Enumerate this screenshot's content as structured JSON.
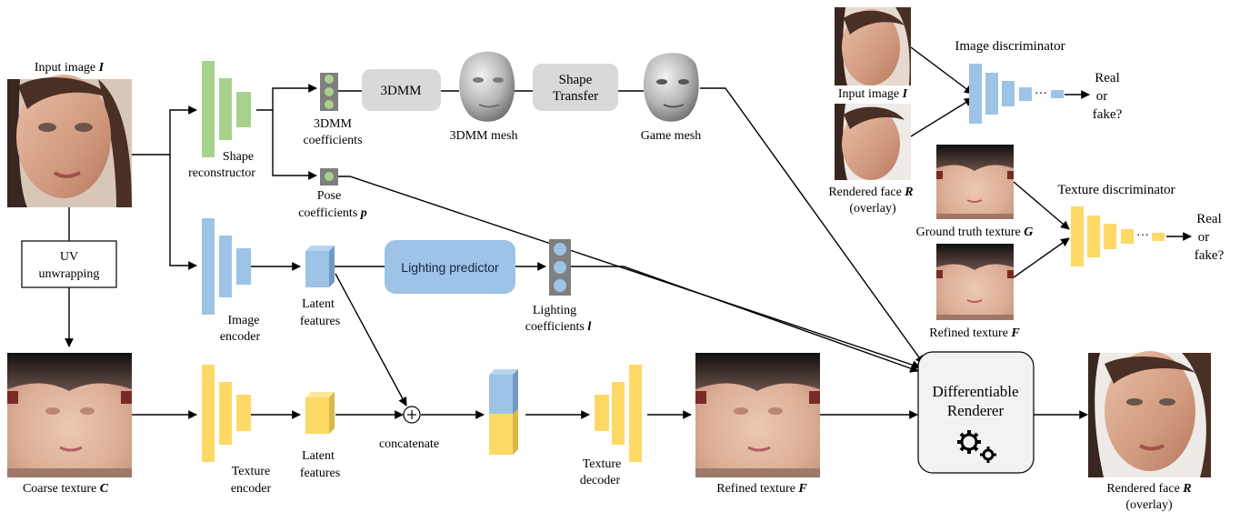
{
  "labels": {
    "input_image": "Input image",
    "input_image_sym": "I",
    "shape_reconstructor_1": "Shape",
    "shape_reconstructor_2": "reconstructor",
    "coeff_3dmm_1": "3DMM",
    "coeff_3dmm_2": "coefficients",
    "box_3dmm": "3DMM",
    "mesh_3dmm": "3DMM mesh",
    "shape_transfer_1": "Shape",
    "shape_transfer_2": "Transfer",
    "game_mesh": "Game mesh",
    "pose_1": "Pose",
    "pose_2": "coefficients",
    "pose_sym": "p",
    "uv_1": "UV",
    "uv_2": "unwrapping",
    "image_encoder_1": "Image",
    "image_encoder_2": "encoder",
    "latent_1": "Latent",
    "latent_2": "features",
    "lighting_predictor": "Lighting predictor",
    "lighting_coeff_1": "Lighting",
    "lighting_coeff_2": "coefficients",
    "lighting_sym": "l",
    "coarse_texture": "Coarse texture",
    "coarse_texture_sym": "C",
    "texture_encoder_1": "Texture",
    "texture_encoder_2": "encoder",
    "latent_b_1": "Latent",
    "latent_b_2": "features",
    "concatenate": "concatenate",
    "texture_decoder_1": "Texture",
    "texture_decoder_2": "decoder",
    "refined_texture": "Refined  texture",
    "refined_texture_sym": "F",
    "renderer_1": "Differentiable",
    "renderer_2": "Renderer",
    "rendered_face_1": "Rendered face",
    "rendered_face_sym": "R",
    "rendered_face_2": "(overlay)",
    "image_discriminator": "Image discriminator",
    "disc_input": "Input image",
    "disc_input_sym": "I",
    "disc_rendered_1": "Rendered face",
    "disc_rendered_sym": "R",
    "disc_rendered_2": "(overlay)",
    "real_1": "Real",
    "real_2": "or",
    "real_3": "fake?",
    "texture_discriminator": "Texture discriminator",
    "ground_truth": "Ground truth  texture",
    "ground_truth_sym": "G",
    "refined_small": "Refined  texture",
    "refined_small_sym": "F",
    "real2_1": "Real",
    "real2_2": "or",
    "real2_3": "fake?",
    "dots": "···"
  },
  "colors": {
    "green": "#a9d18e",
    "blue": "#9dc3e6",
    "yellow": "#ffd966",
    "yellow_dark": "#d9b84a",
    "blue_dark": "#6f9ac4",
    "gray_box": "#d9d9d9",
    "skin": "#d9a58b",
    "hair": "#3a2a22",
    "uv_skin": "#e2b9a3",
    "uv_top": "#1e1a1a"
  },
  "icons": {
    "gears": "gears-icon",
    "plus": "plus-circle-icon"
  }
}
